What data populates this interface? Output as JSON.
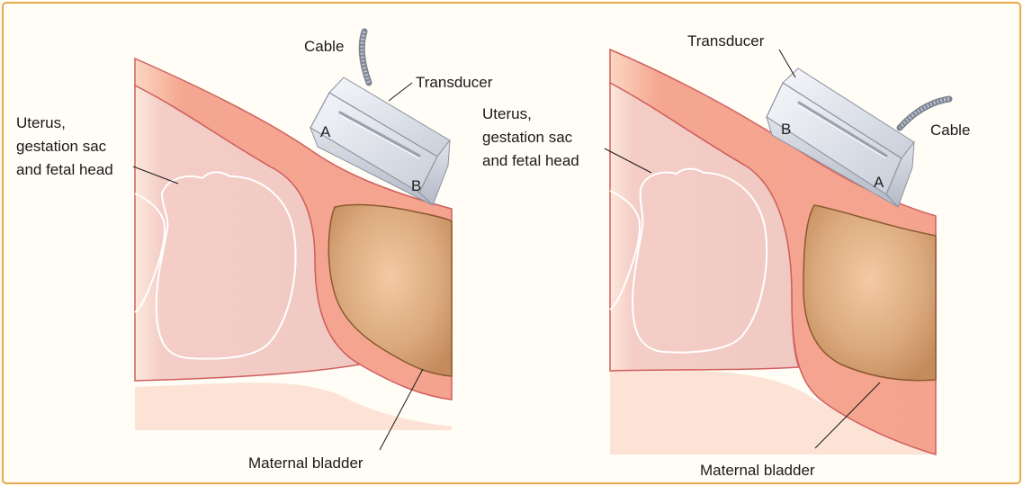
{
  "colors": {
    "background": "#fffdf6",
    "border": "#e8a94c",
    "abdominal_wall": "#f4a38f",
    "uterus_fill": "#f1cbc5",
    "bladder_fill": "#d4a275",
    "transducer": "#d9dde6",
    "outline": "#c85a5a"
  },
  "panels": [
    {
      "labels": {
        "cable": "Cable",
        "transducer": "Transducer",
        "uterus": [
          "Uterus,",
          "gestation sac",
          "and fetal head"
        ],
        "bladder": "Maternal bladder",
        "end_a": "A",
        "end_b": "B"
      }
    },
    {
      "labels": {
        "cable": "Cable",
        "transducer": "Transducer",
        "uterus": [
          "Uterus,",
          "gestation sac",
          "and fetal head"
        ],
        "bladder": "Maternal bladder",
        "end_a": "A",
        "end_b": "B"
      }
    }
  ]
}
